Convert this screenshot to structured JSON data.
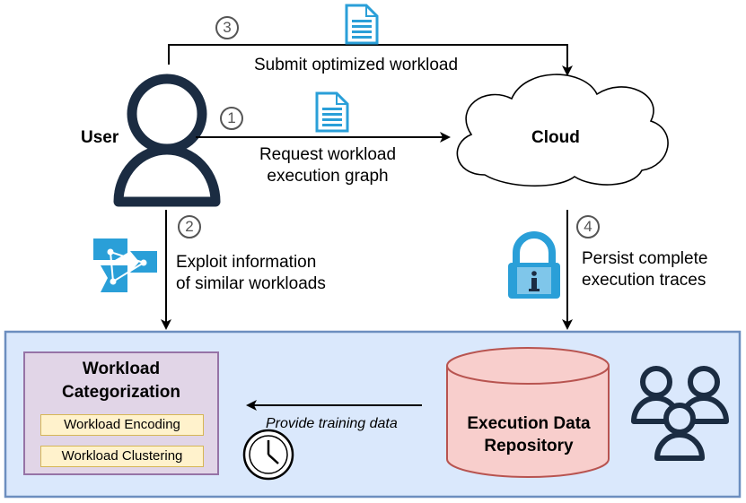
{
  "nodes": {
    "user": "User",
    "cloud": "Cloud",
    "categorization": {
      "title_line1": "Workload",
      "title_line2": "Categorization",
      "items": [
        "Workload Encoding",
        "Workload Clustering"
      ]
    },
    "repository": {
      "line1": "Execution Data",
      "line2": "Repository"
    }
  },
  "steps": [
    {
      "number": "1",
      "label_line1": "Request workload",
      "label_line2": "execution graph"
    },
    {
      "number": "2",
      "label_line1": "Exploit information",
      "label_line2": "of similar workloads"
    },
    {
      "number": "3",
      "label_line1": "Submit optimized workload"
    },
    {
      "number": "4",
      "label_line1": "Persist complete",
      "label_line2": "execution traces"
    }
  ],
  "flow_label": "Provide training data",
  "icons": [
    "user-icon",
    "document-icon",
    "cloud-shape",
    "graph-icon",
    "info-lock-icon",
    "database-cylinder",
    "users-group-icon",
    "clock-icon"
  ],
  "colors": {
    "panel_fill": "#dae8fc",
    "panel_stroke": "#6c8ebf",
    "categorization_fill": "#e1d5e7",
    "categorization_stroke": "#9673a6",
    "item_fill": "#fff2cc",
    "item_stroke": "#d6b656",
    "repository_fill": "#f8cecc",
    "repository_stroke": "#b85450",
    "icon_blue": "#2a9fd8",
    "user_navy": "#1b2c42"
  }
}
